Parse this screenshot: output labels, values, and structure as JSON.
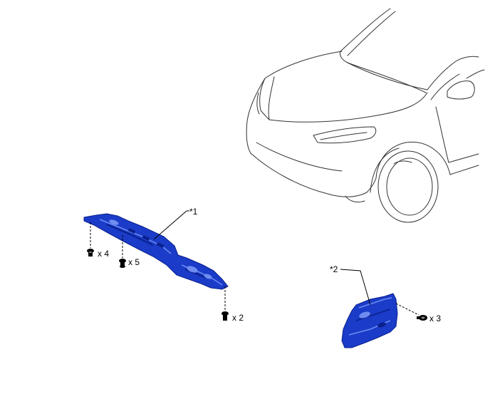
{
  "callouts": {
    "part1": "*1",
    "part2": "*2"
  },
  "quantities": {
    "left_clip": "x 4",
    "mid_clip": "x 5",
    "right_bolt": "x 2",
    "side_screw": "x 3"
  },
  "colors": {
    "part_fill": "#1a3cc8",
    "part_dark": "#0a1f8c",
    "part_light": "#6f8cf0",
    "outline": "#000000",
    "car_line": "#333333"
  }
}
